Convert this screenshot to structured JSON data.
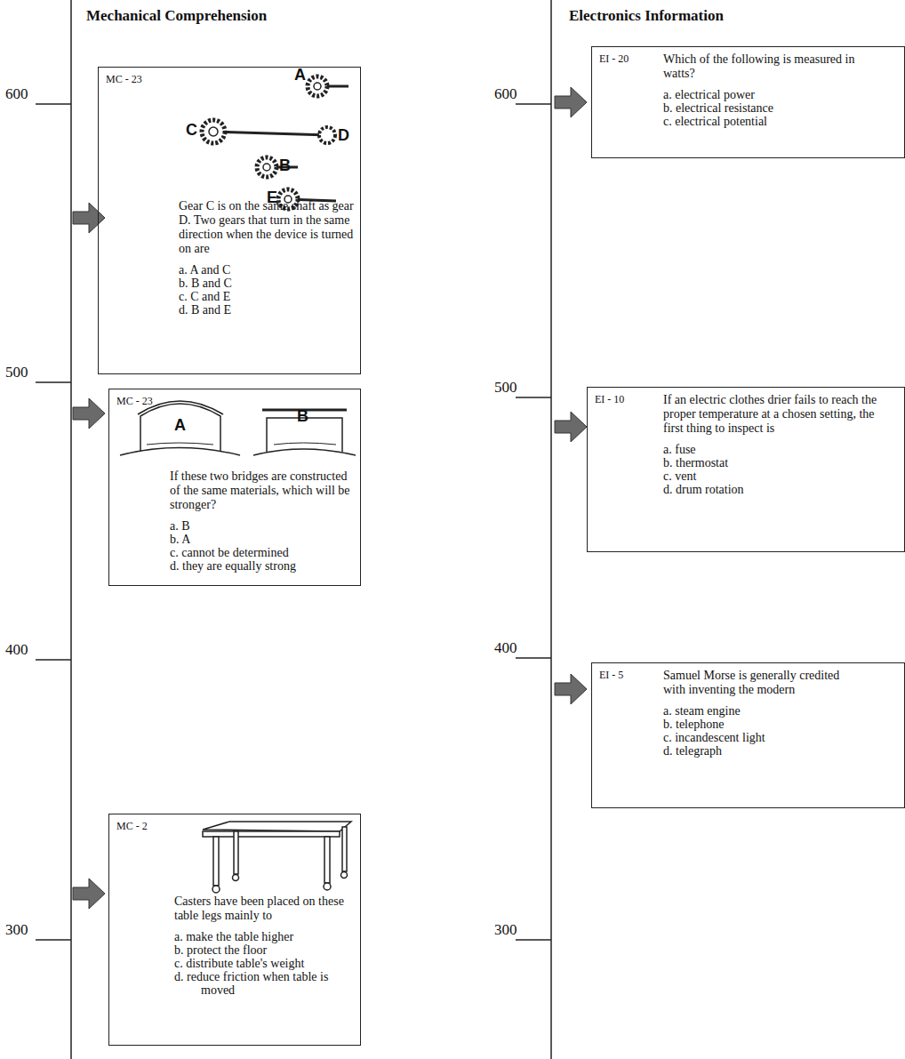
{
  "diagram": {
    "nodes": [
      {
        "text": [
          "MC - 23",
          "Gear C is on the same shaft as gear D. Two gears that turn in the same direction when the device is turned on are",
          "a. A and C",
          "b. B and C",
          "c. C and E",
          "d. B and E"
        ]
      },
      {
        "text": [
          "MC - 23",
          "If these two bridges are constructed of the same materials, which will be stronger?",
          "a. B",
          "b. A",
          "c. cannot be determined",
          "d. they are equally strong"
        ]
      },
      {
        "text": [
          "MC - 2",
          "Casters have been placed on these table legs mainly to",
          "a. make the table higher",
          "b. protect the floor",
          "c. distribute table's weight",
          "d. reduce friction when table is moved"
        ]
      },
      {
        "text": [
          "EI - 20",
          "Which of the following is measured in watts?",
          "a. electrical power",
          "b. electrical resistance",
          "c. electrical potential"
        ]
      },
      {
        "text": [
          "EI - 10",
          "If an electric clothes drier fails to reach the proper temperature at a chosen setting, the first thing to inspect is",
          "a. fuse",
          "b. thermostat",
          "c. vent",
          "d. drum rotation"
        ]
      },
      {
        "text": [
          "EI - 5",
          "Samuel Morse is generally credited with inventing the modern",
          "a. steam engine",
          "b. telephone",
          "c. incandescent light",
          "d. telegraph"
        ]
      }
    ],
    "labels": [
      "Mechanical Comprehension",
      "600",
      "500",
      "400",
      "300",
      "Electronics Information",
      "600",
      "500",
      "400",
      "300",
      "A",
      "C",
      "D",
      "B",
      "E",
      "A",
      "B"
    ]
  }
}
